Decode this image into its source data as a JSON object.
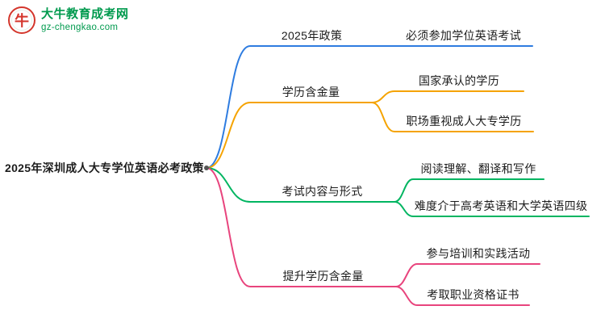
{
  "page": {
    "background": "#ffffff"
  },
  "logo": {
    "site_name": "大牛教育成考网",
    "site_url": "gz-chengkao.com",
    "brand_color": "#009a4e",
    "icon_color": "#d4362c",
    "icon_char": "牛"
  },
  "mindmap": {
    "root": {
      "label": "2025年深圳成人大专学位英语必考政策",
      "text_color": "#1c1c1c"
    },
    "branches": [
      {
        "label": "2025年政策",
        "color": "#2e7ce0",
        "children": [
          {
            "label": "必须参加学位英语考试"
          }
        ]
      },
      {
        "label": "学历含金量",
        "color": "#f5a300",
        "children": [
          {
            "label": "国家承认的学历"
          },
          {
            "label": "职场重视成人大专学历"
          }
        ]
      },
      {
        "label": "考试内容与形式",
        "color": "#00b561",
        "children": [
          {
            "label": "阅读理解、翻译和写作"
          },
          {
            "label": "难度介于高考英语和大学英语四级"
          }
        ]
      },
      {
        "label": "提升学历含金量",
        "color": "#e8447d",
        "children": [
          {
            "label": "参与培训和实践活动"
          },
          {
            "label": "考取职业资格证书"
          }
        ]
      }
    ]
  }
}
